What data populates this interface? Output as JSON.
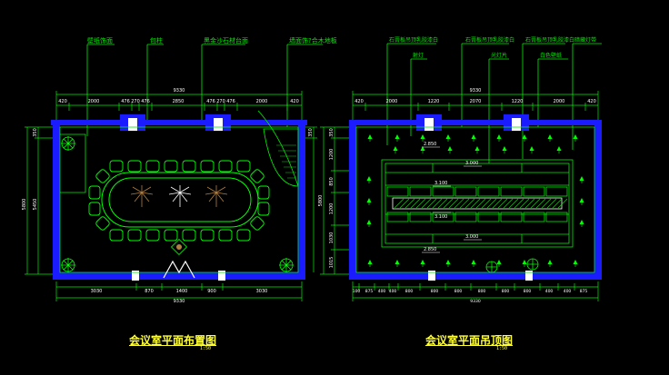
{
  "colors": {
    "background": "#000000",
    "wall": "#1b1bff",
    "dimension": "#00ee00",
    "furniture": "#00ff00",
    "title": "#ffff33",
    "white": "#ffffff",
    "hatch": "#22cc22",
    "plant": "#b08040"
  },
  "left_plan": {
    "title": "会议室平面布置图",
    "scale_label": "1:50",
    "callouts": [
      "壁纸饰面",
      "包柱",
      "黑金沙石材台面",
      "墙面饰?合木地板"
    ],
    "top_total": "9330",
    "top_dims": [
      "420",
      "2000",
      "476",
      "270",
      "476",
      "2850",
      "476",
      "270",
      "476",
      "2000",
      "420"
    ],
    "left_dims": [
      "350",
      "5450",
      "5800"
    ],
    "right_dims": [
      "350"
    ],
    "bottom_dims": [
      "3030",
      "870",
      "1400",
      "900",
      "3030"
    ],
    "bottom_total": "9330"
  },
  "right_plan": {
    "title": "会议室平面吊顶图",
    "scale_label": "1:50",
    "callouts_top": [
      "石膏板吊顶乳胶漆白",
      "石膏板吊顶乳胶漆白",
      "石膏板吊顶乳胶漆白",
      "暗藏灯带"
    ],
    "callouts_second": [
      "射灯",
      "光灯片",
      "白色壁纸"
    ],
    "top_total": "9330",
    "top_dims": [
      "420",
      "2000",
      "1220",
      "2070",
      "1220",
      "2000",
      "420"
    ],
    "left_dims": [
      "350",
      "1200",
      "850",
      "1200",
      "1030",
      "1015",
      "5800"
    ],
    "levels": [
      "2.850",
      "3.000",
      "3.100",
      "3.100",
      "3.000",
      "2.850"
    ],
    "bottom_dims": [
      "100",
      "875",
      "400",
      "400",
      "800",
      "800",
      "800",
      "800",
      "800",
      "800",
      "400",
      "400",
      "875"
    ],
    "bottom_total": "9330"
  }
}
